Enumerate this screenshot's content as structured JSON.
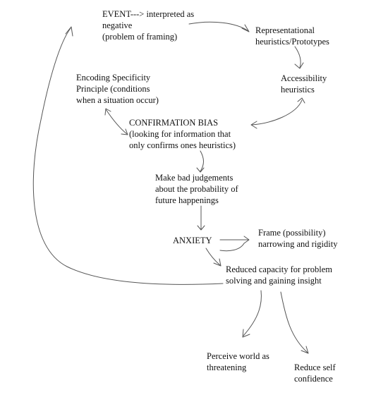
{
  "nodes": {
    "event": "EVENT---> interpreted as\nnegative\n(problem of framing)",
    "representational": "Representational\nheuristics/Prototypes",
    "accessibility": "Accessibility\nheuristics",
    "encoding": "Encoding Specificity\nPrinciple (conditions\nwhen a situation occur)",
    "confirmation": "CONFIRMATION BIAS\n(looking for information that\nonly confirms ones heuristics)",
    "bad_judgements": "Make bad judgements\nabout the probability of\nfuture happenings",
    "anxiety": "ANXIETY",
    "frame": "Frame (possibility)\nnarrowing and rigidity",
    "reduced_capacity": "Reduced capacity for problem\nsolving and gaining insight",
    "threatening": "Perceive world as\nthreatening",
    "self_confidence": "Reduce self\nconfidence"
  },
  "colors": {
    "text": "#111111",
    "arrow": "#555555",
    "background": "#ffffff"
  }
}
